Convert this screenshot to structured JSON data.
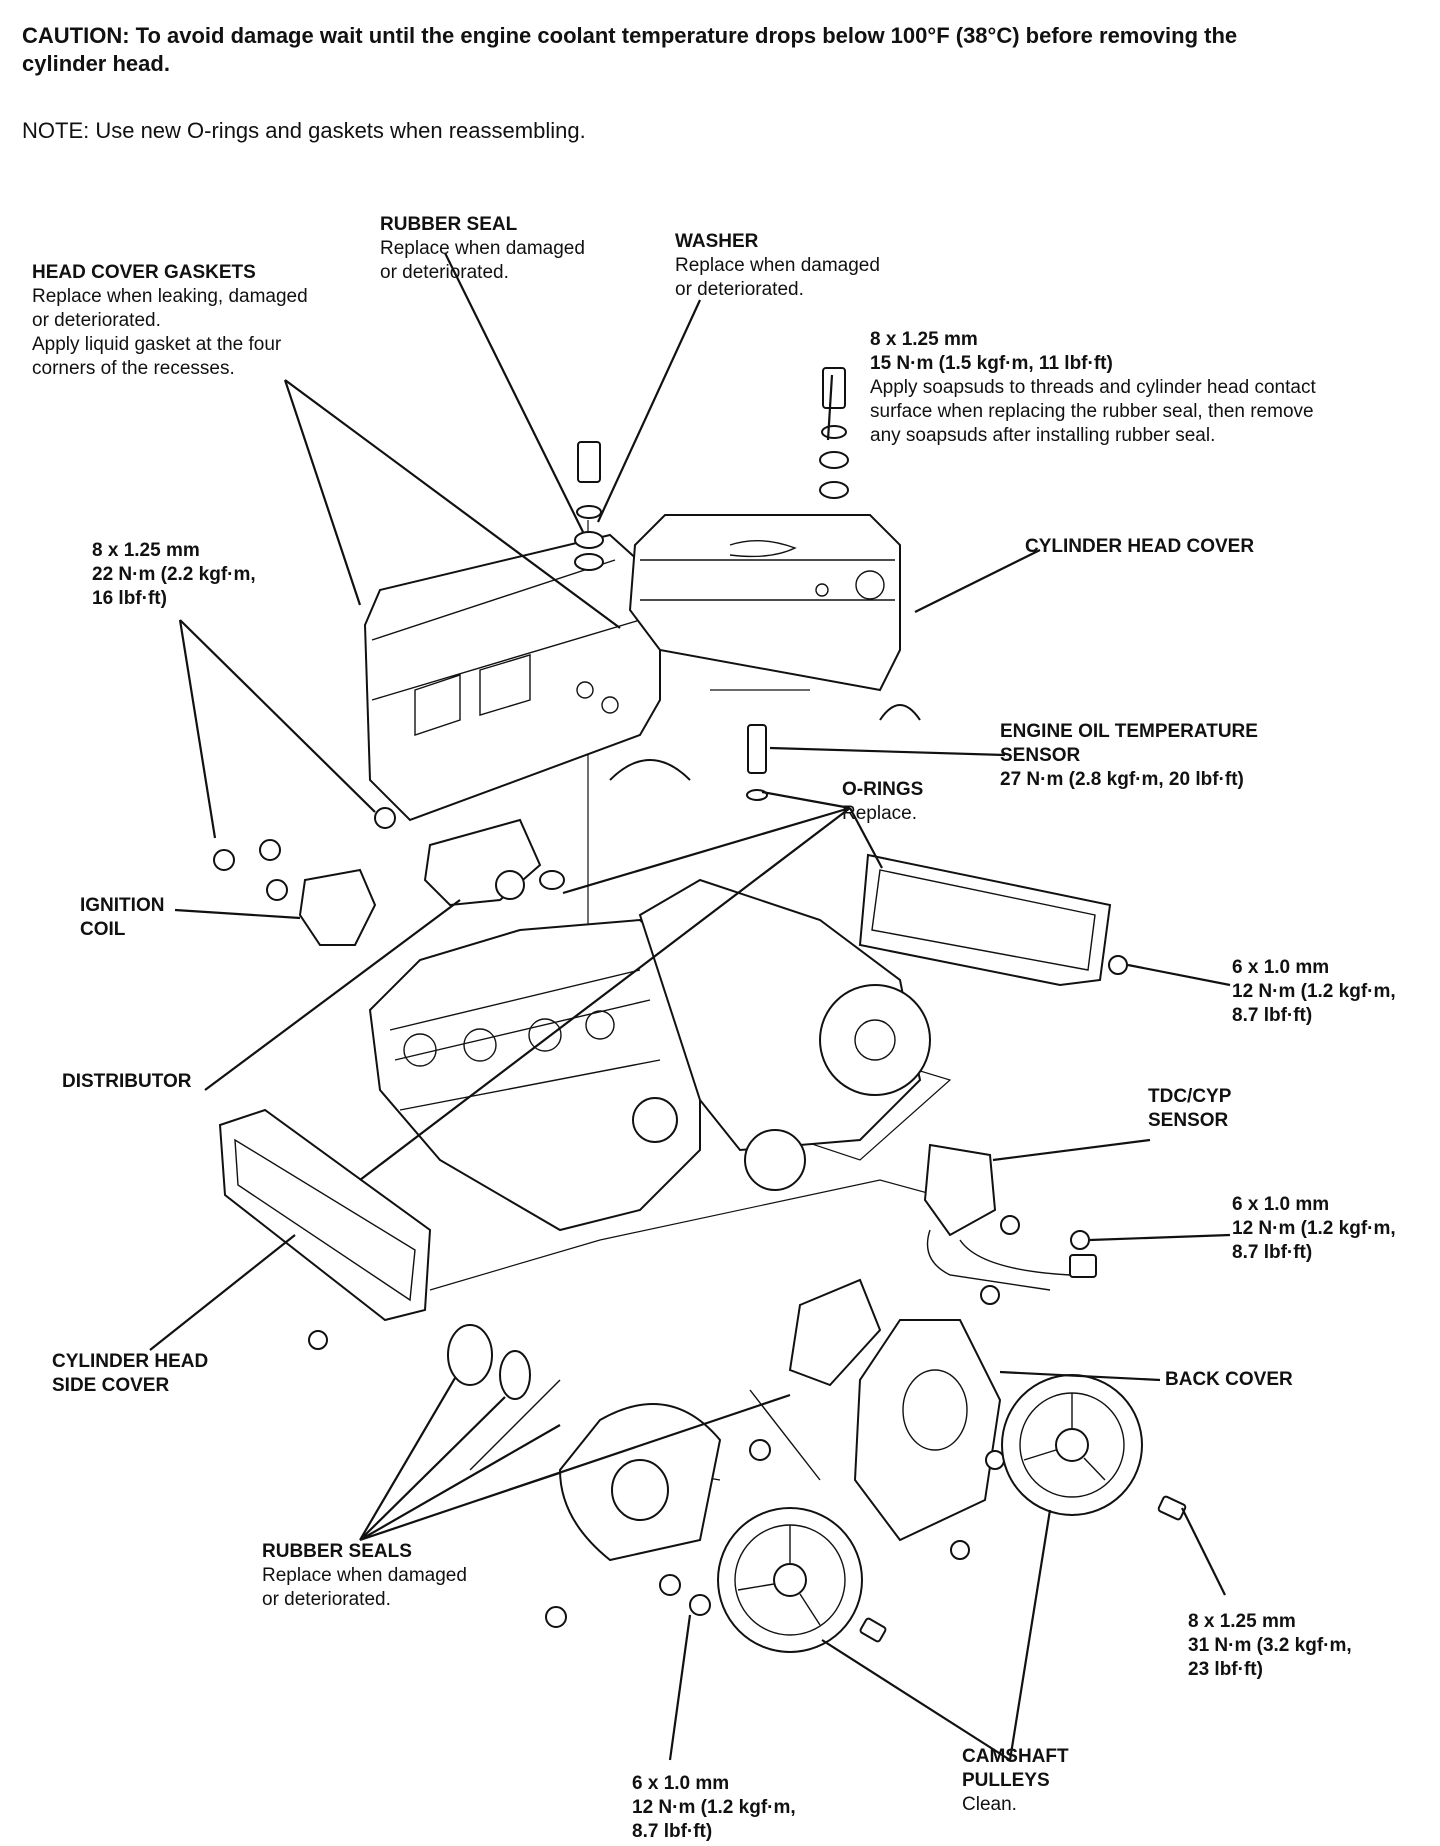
{
  "header": {
    "caution_label": "CAUTION:",
    "caution_text": " To avoid damage wait until the engine coolant temperature drops below 100°F (38°C) before removing the",
    "caution_text_2": "cylinder head.",
    "note_text": "NOTE:  Use new O-rings and gaskets when reassembling."
  },
  "labels": {
    "rubber_seal_title": "RUBBER SEAL",
    "rubber_seal_1": "Replace when damaged",
    "rubber_seal_2": "or deteriorated.",
    "washer_title": "WASHER",
    "washer_1": "Replace when damaged",
    "washer_2": "or deteriorated.",
    "hcg_title": "HEAD COVER GASKETS",
    "hcg_1": "Replace when leaking, damaged",
    "hcg_2": "or deteriorated.",
    "hcg_3": "Apply liquid gasket at the four",
    "hcg_4": "corners of the recesses.",
    "bolt_top_1": "8 x 1.25 mm",
    "bolt_top_2": "15 N·m (1.5 kgf·m, 11 lbf·ft)",
    "bolt_top_3": "Apply soapsuds to threads and cylinder head contact",
    "bolt_top_4": "surface when replacing the rubber seal, then remove",
    "bolt_top_5": "any soapsuds after installing rubber seal.",
    "chc": "CYLINDER HEAD COVER",
    "bolt_left_1": "8 x 1.25 mm",
    "bolt_left_2": "22 N·m (2.2 kgf·m,",
    "bolt_left_3": "16 lbf·ft)",
    "eots_1": "ENGINE OIL TEMPERATURE",
    "eots_2": "SENSOR",
    "eots_3": "27 N·m (2.8 kgf·m, 20 lbf·ft)",
    "orings_title": "O-RINGS",
    "orings_1": "Replace.",
    "ignition_1": "IGNITION",
    "ignition_2": "COIL",
    "bolt_r1_1": "6 x 1.0 mm",
    "bolt_r1_2": "12 N·m (1.2 kgf·m,",
    "bolt_r1_3": "8.7 lbf·ft)",
    "distributor": "DISTRIBUTOR",
    "tdc_1": "TDC/CYP",
    "tdc_2": "SENSOR",
    "bolt_r2_1": "6 x 1.0 mm",
    "bolt_r2_2": "12 N·m (1.2 kgf·m,",
    "bolt_r2_3": "8.7 lbf·ft)",
    "chsc_1": "CYLINDER HEAD",
    "chsc_2": "SIDE COVER",
    "back_cover": "BACK COVER",
    "rs_title": "RUBBER SEALS",
    "rs_1": "Replace when damaged",
    "rs_2": "or deteriorated.",
    "bolt_r3_1": "8 x 1.25 mm",
    "bolt_r3_2": "31 N·m (3.2 kgf·m,",
    "bolt_r3_3": "23 lbf·ft)",
    "cam_1": "CAMSHAFT",
    "cam_2": "PULLEYS",
    "cam_3": "Clean.",
    "bolt_bot_1": "6 x 1.0 mm",
    "bolt_bot_2": "12 N·m (1.2 kgf·m,",
    "bolt_bot_3": "8.7 lbf·ft)"
  }
}
